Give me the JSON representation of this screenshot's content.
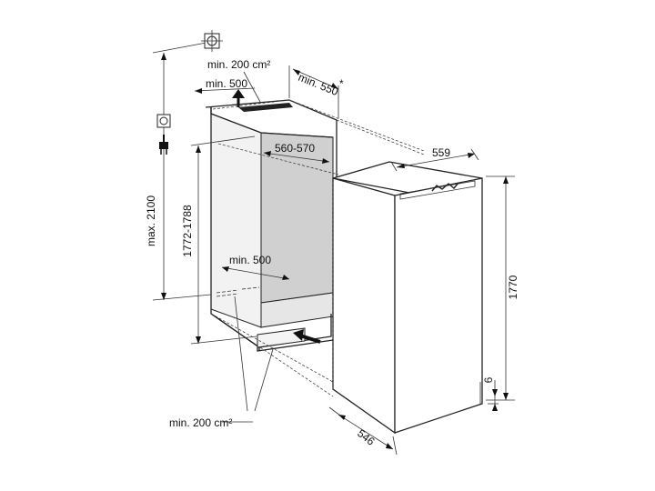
{
  "labels": {
    "max_height": "max. 2100",
    "vent_top_area": "min. 200 cm²",
    "vent_top_depth": "min. 500",
    "niche_depth": "min. 550",
    "niche_depth_note": "*",
    "niche_width": "560-570",
    "niche_height": "1772-1788",
    "vent_bottom_depth": "min. 500",
    "vent_bottom_area": "min. 200 cm²",
    "appliance_width": "559",
    "appliance_height": "1770",
    "base_offset": "6",
    "appliance_depth": "546"
  },
  "icons": [
    "socket-icon",
    "plug-icon",
    "wall-anchor-icon"
  ],
  "colors": {
    "niche_fill": "#d4d4d4",
    "line": "#222222"
  }
}
